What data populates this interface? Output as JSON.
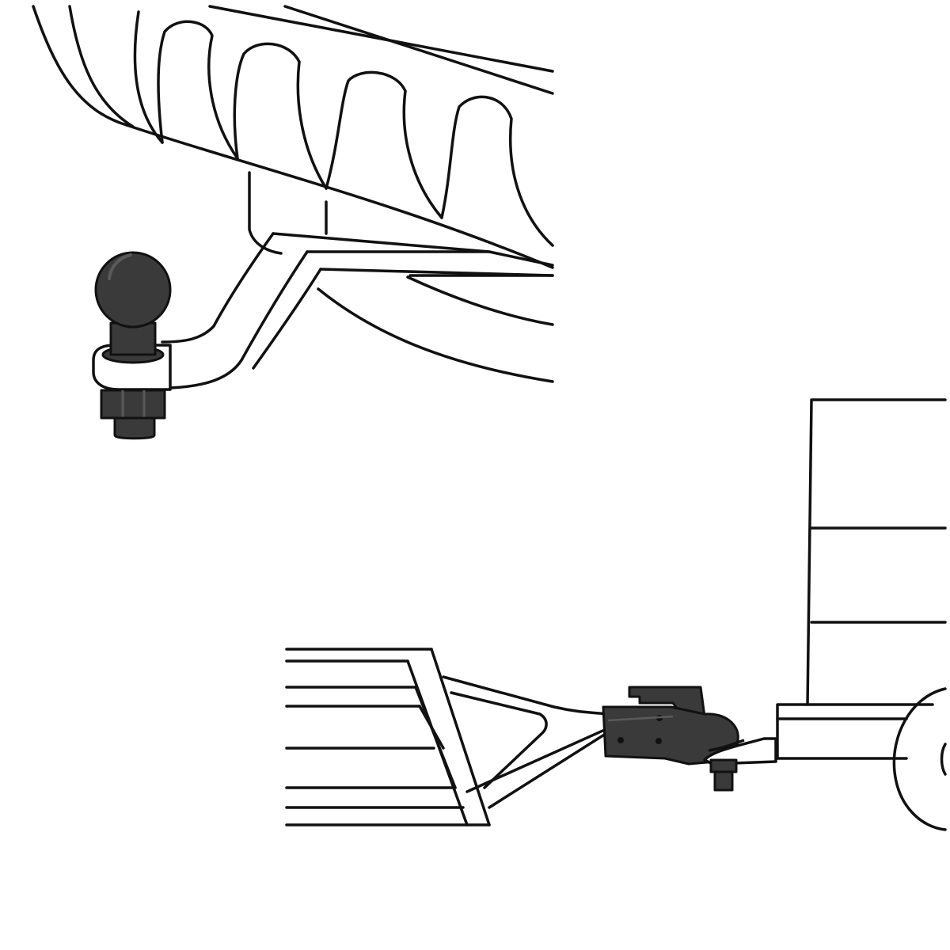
{
  "illustration": {
    "panels": [
      {
        "id": "tow-ball-closeup",
        "parts": [
          "bumper",
          "tow-bar",
          "tow-ball",
          "hex-nut"
        ]
      },
      {
        "id": "trailer-hitched",
        "parts": [
          "trailer-frame",
          "a-frame-drawbar",
          "coupler",
          "vehicle-rear",
          "wheel"
        ]
      }
    ],
    "colors": {
      "line": "#111111",
      "background": "#ffffff",
      "metal_dark": "#3a3a3a",
      "metal_highlight": "#5a5a5a"
    }
  }
}
